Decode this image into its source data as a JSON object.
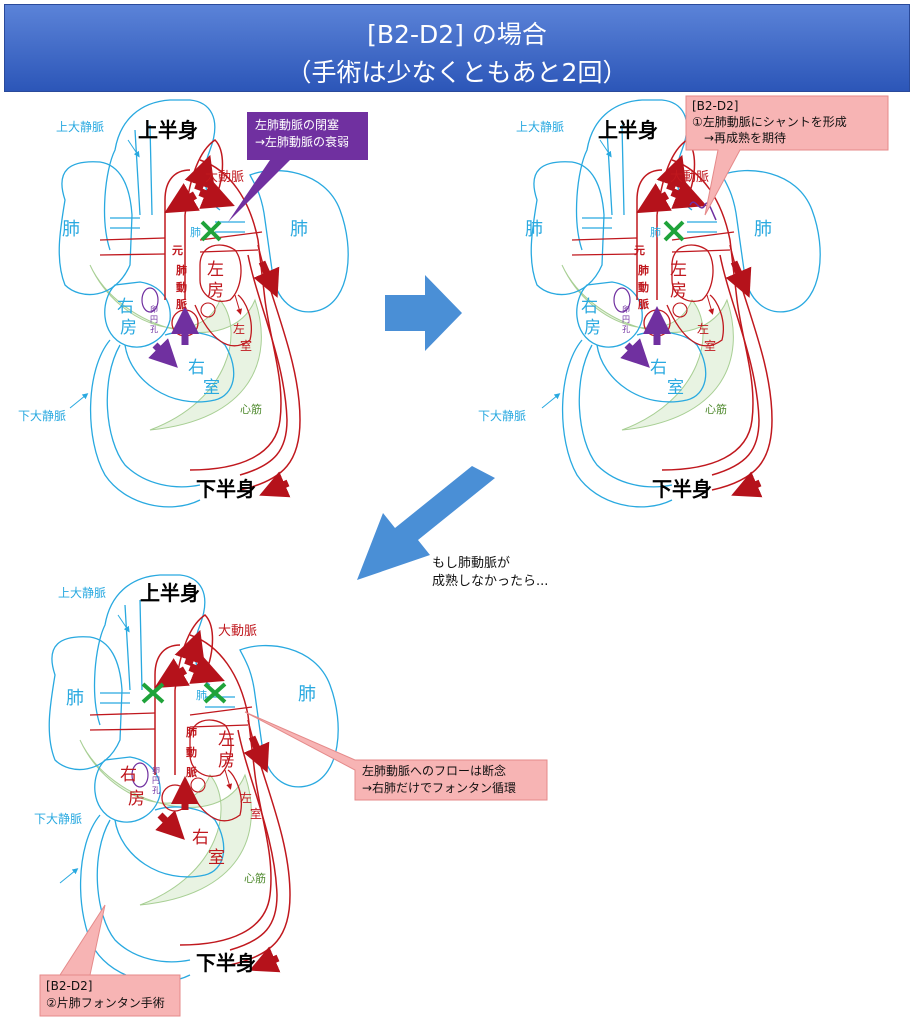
{
  "title": {
    "line1": "[B2-D2] の場合",
    "line2": "（手術は少なくともあと2回）"
  },
  "labels": {
    "upper_body": "上半身",
    "lower_body": "下半身",
    "svc": "上大静脈",
    "ivc": "下大静脈",
    "lung": "肺",
    "aorta": "大動脈",
    "pulm_small": "肺",
    "mpa_chars": [
      "元",
      "肺",
      "動",
      "脈"
    ],
    "mpa_chars_short": [
      "肺",
      "動",
      "脈"
    ],
    "ra": [
      "右",
      "房"
    ],
    "la": [
      "左",
      "房"
    ],
    "rv": [
      "右",
      "室"
    ],
    "lv": [
      "左",
      "室"
    ],
    "foramen": [
      "卵",
      "円",
      "孔"
    ],
    "myocardium": "心筋"
  },
  "callouts": {
    "occlusion": [
      "左肺動脈の閉塞",
      "→左肺動脈の衰弱"
    ],
    "shunt": [
      "[B2-D2]",
      "①左肺動脈にシャントを形成",
      "　→再成熟を期待"
    ],
    "if_not": [
      "もし肺動脈が",
      "成熟しなかったら..."
    ],
    "flow_cut": [
      "左肺動脈へのフローは断念",
      "→右肺だけでフォンタン循環"
    ],
    "fontan": [
      "[B2-D2]",
      "②片肺フォンタン手術"
    ]
  },
  "colors": {
    "vein_blue": "#29a9e0",
    "artery_red": "#c0181e",
    "arrow_red": "#b5121b",
    "purple": "#7030a0",
    "green_x": "#1fa33a",
    "pink_callout": "#f4a6a6",
    "banner_blue": "#3b63c4"
  }
}
